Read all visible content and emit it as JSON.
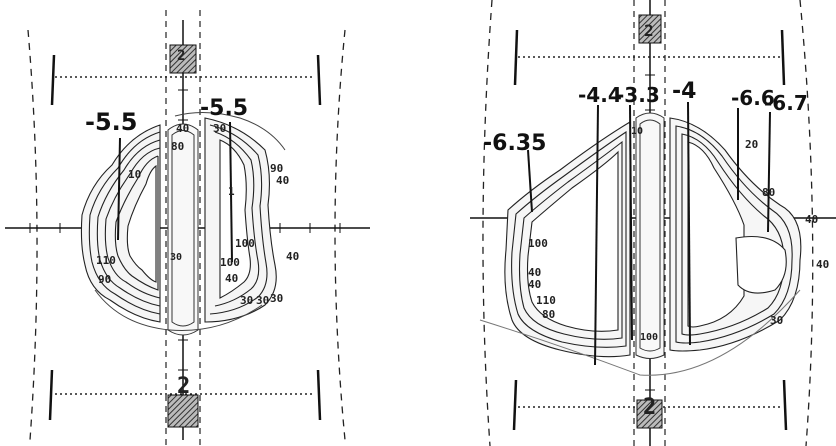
{
  "panels": [
    {
      "id": "left",
      "handwritten": [
        "-5.5",
        "-5.5"
      ],
      "contour_labels": [
        "40",
        "80",
        "30",
        "90",
        "40",
        "1",
        "10",
        "110",
        "90",
        "30",
        "40",
        "100",
        "100",
        "40",
        "30",
        "30",
        "30"
      ],
      "marker_labels": [
        "2",
        "2"
      ]
    },
    {
      "id": "right",
      "handwritten": [
        "-6.35",
        "-4.4",
        "-3.3",
        "-4",
        "-6.6",
        "-6.7"
      ],
      "contour_labels": [
        "20",
        "80",
        "40",
        "100",
        "40",
        "40",
        "110",
        "80",
        "10",
        "100",
        "40",
        "30"
      ],
      "marker_labels": [
        "2",
        "2"
      ]
    }
  ]
}
